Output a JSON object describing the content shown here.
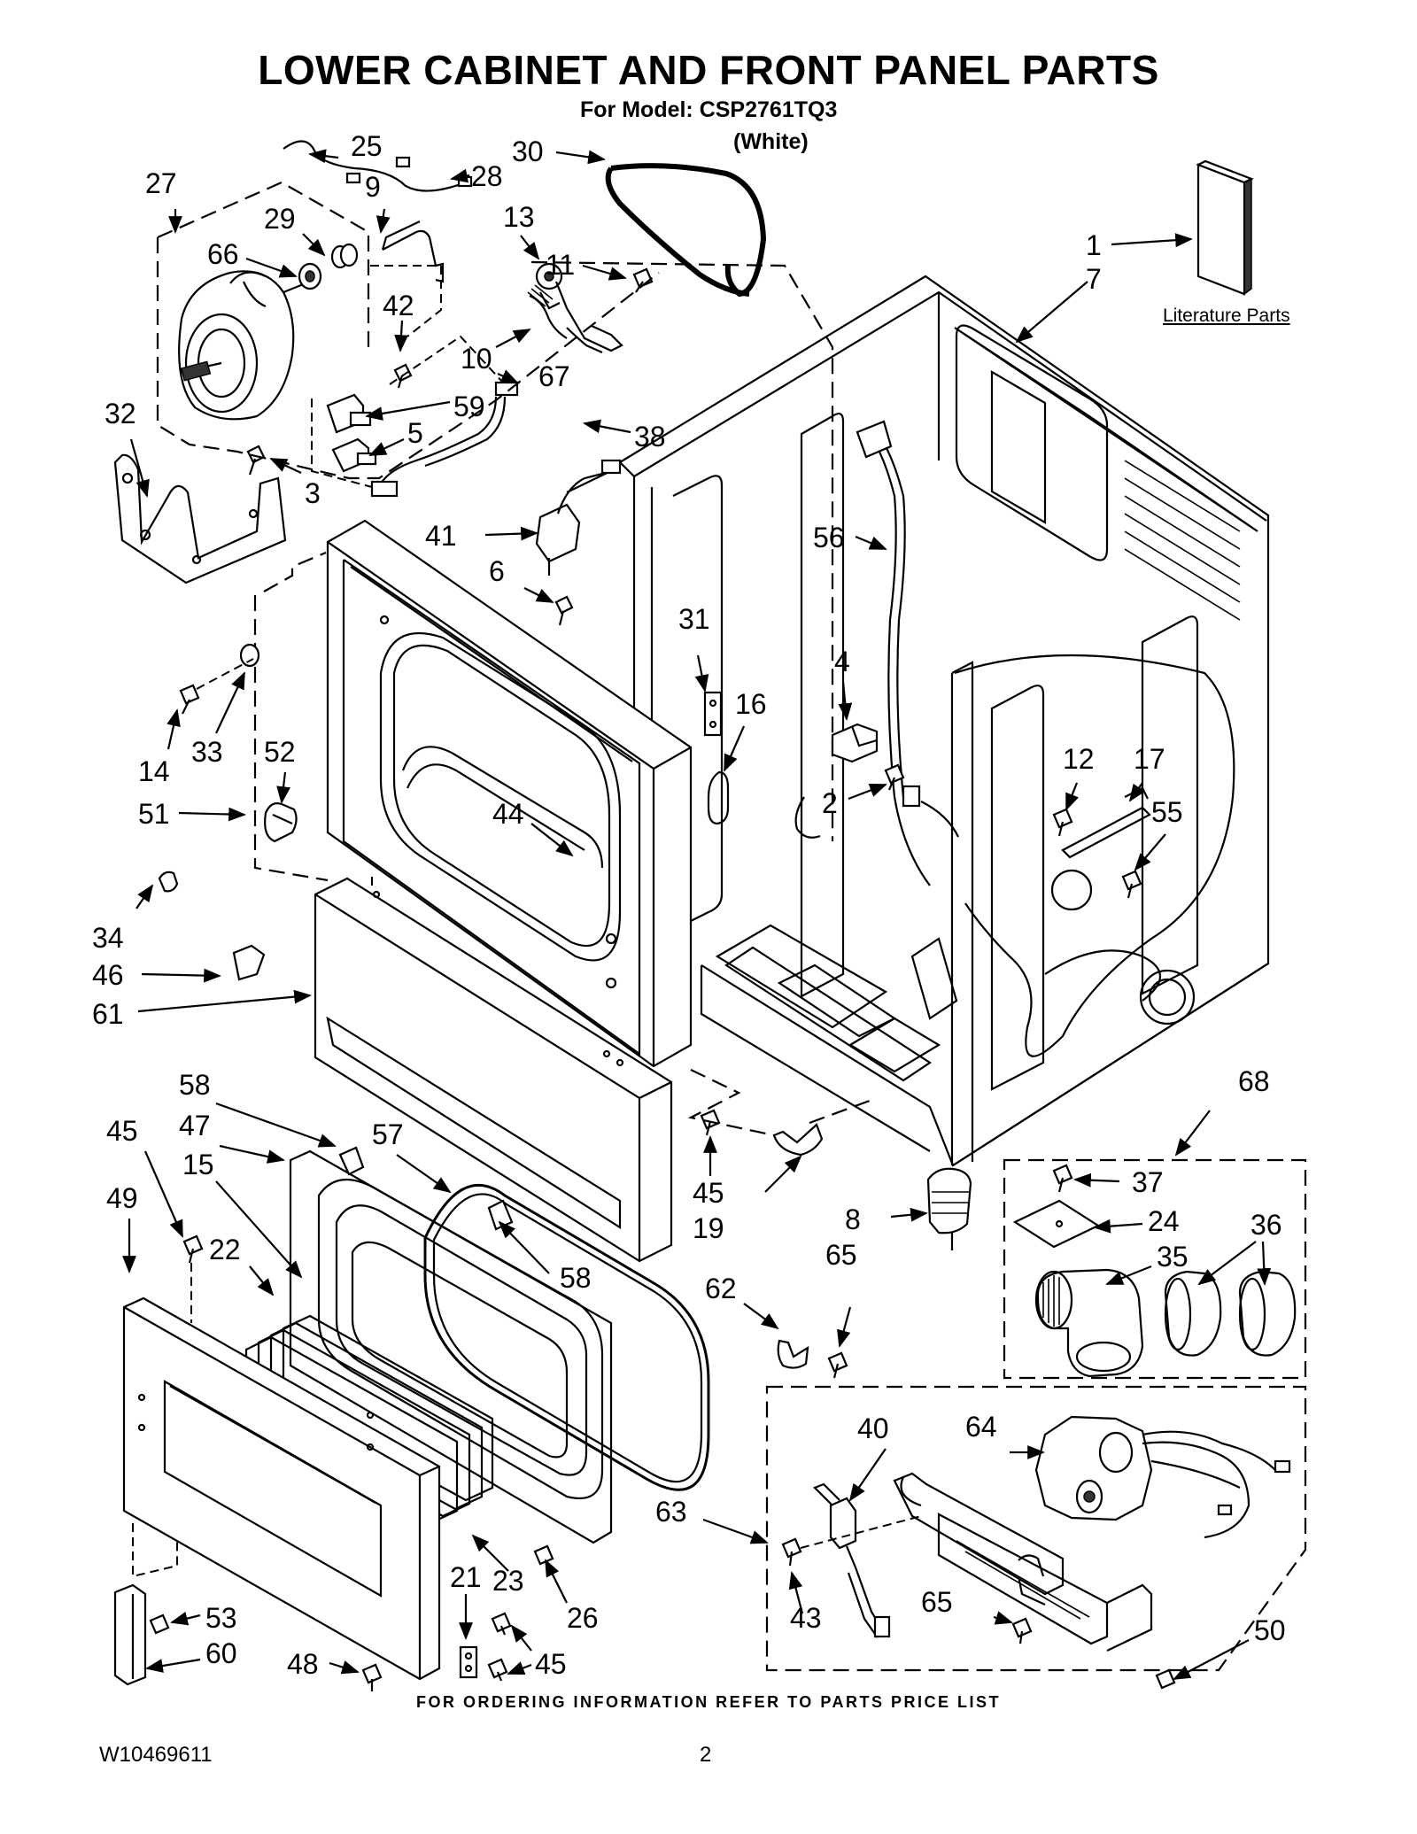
{
  "header": {
    "title": "LOWER CABINET AND FRONT PANEL PARTS",
    "model_line": "For Model: CSP2761TQ3",
    "color_line": "(White)"
  },
  "literature_label": "Literature Parts",
  "footer": {
    "ordering_note": "FOR ORDERING INFORMATION REFER TO PARTS PRICE LIST",
    "doc_number": "W10469611",
    "page_number": "2"
  },
  "callouts": [
    {
      "id": "c1",
      "label": "1"
    },
    {
      "id": "c7",
      "label": "7"
    },
    {
      "id": "c25",
      "label": "25"
    },
    {
      "id": "c9",
      "label": "9"
    },
    {
      "id": "c28",
      "label": "28"
    },
    {
      "id": "c30",
      "label": "30"
    },
    {
      "id": "c27",
      "label": "27"
    },
    {
      "id": "c29",
      "label": "29"
    },
    {
      "id": "c13",
      "label": "13"
    },
    {
      "id": "c11",
      "label": "11"
    },
    {
      "id": "c66",
      "label": "66"
    },
    {
      "id": "c42",
      "label": "42"
    },
    {
      "id": "c10",
      "label": "10"
    },
    {
      "id": "c67",
      "label": "67"
    },
    {
      "id": "c32",
      "label": "32"
    },
    {
      "id": "c59",
      "label": "59"
    },
    {
      "id": "c5",
      "label": "5"
    },
    {
      "id": "c38",
      "label": "38"
    },
    {
      "id": "c3",
      "label": "3"
    },
    {
      "id": "c41",
      "label": "41"
    },
    {
      "id": "c56",
      "label": "56"
    },
    {
      "id": "c6",
      "label": "6"
    },
    {
      "id": "c31",
      "label": "31"
    },
    {
      "id": "c4",
      "label": "4"
    },
    {
      "id": "c16",
      "label": "16"
    },
    {
      "id": "c14",
      "label": "14"
    },
    {
      "id": "c33",
      "label": "33"
    },
    {
      "id": "c52",
      "label": "52"
    },
    {
      "id": "c12",
      "label": "12"
    },
    {
      "id": "c17",
      "label": "17"
    },
    {
      "id": "c51",
      "label": "51"
    },
    {
      "id": "c44",
      "label": "44"
    },
    {
      "id": "c2",
      "label": "2"
    },
    {
      "id": "c55",
      "label": "55"
    },
    {
      "id": "c34",
      "label": "34"
    },
    {
      "id": "c46",
      "label": "46"
    },
    {
      "id": "c61",
      "label": "61"
    },
    {
      "id": "c58a",
      "label": "58"
    },
    {
      "id": "c68",
      "label": "68"
    },
    {
      "id": "c45a",
      "label": "45"
    },
    {
      "id": "c47",
      "label": "47"
    },
    {
      "id": "c57",
      "label": "57"
    },
    {
      "id": "c15",
      "label": "15"
    },
    {
      "id": "c37",
      "label": "37"
    },
    {
      "id": "c49",
      "label": "49"
    },
    {
      "id": "c45b",
      "label": "45"
    },
    {
      "id": "c24",
      "label": "24"
    },
    {
      "id": "c36",
      "label": "36"
    },
    {
      "id": "c8",
      "label": "8"
    },
    {
      "id": "c19",
      "label": "19"
    },
    {
      "id": "c22",
      "label": "22"
    },
    {
      "id": "c35",
      "label": "35"
    },
    {
      "id": "c65a",
      "label": "65"
    },
    {
      "id": "c58b",
      "label": "58"
    },
    {
      "id": "c62",
      "label": "62"
    },
    {
      "id": "c40",
      "label": "40"
    },
    {
      "id": "c64",
      "label": "64"
    },
    {
      "id": "c63",
      "label": "63"
    },
    {
      "id": "c21",
      "label": "21"
    },
    {
      "id": "c23",
      "label": "23"
    },
    {
      "id": "c65b",
      "label": "65"
    },
    {
      "id": "c53",
      "label": "53"
    },
    {
      "id": "c26",
      "label": "26"
    },
    {
      "id": "c43",
      "label": "43"
    },
    {
      "id": "c50",
      "label": "50"
    },
    {
      "id": "c60",
      "label": "60"
    },
    {
      "id": "c48",
      "label": "48"
    },
    {
      "id": "c45c",
      "label": "45"
    }
  ]
}
